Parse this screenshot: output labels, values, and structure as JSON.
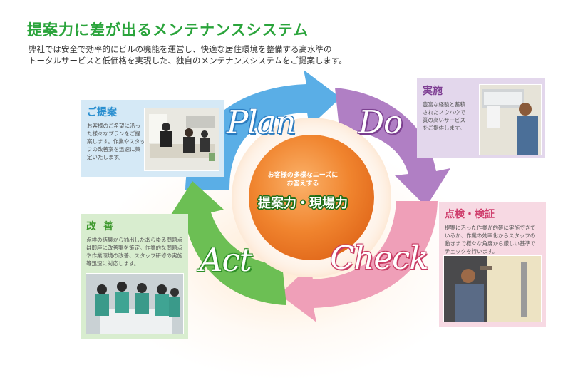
{
  "header": {
    "title": "提案力に差が出るメンテナンスシステム",
    "description_line1": "弊社では安全で効率的にビルの機能を運営し、快適な居住環境を整備する高水準の",
    "description_line2": "トータルサービスと低価格を実現した、独自のメンテナンスシステムをご提案します。"
  },
  "cycle": {
    "phases": {
      "plan": "Plan",
      "do": "Do",
      "check": "Check",
      "act": "Act"
    },
    "colors": {
      "plan": "#5aaee6",
      "do": "#b07fc4",
      "check": "#ef9fb8",
      "act": "#6cbf54",
      "hub": "#ef7d2a"
    },
    "hub": {
      "subtitle_line1": "お客様の多様なニーズに",
      "subtitle_line2": "お答えする",
      "main": "提案力・現場力"
    }
  },
  "cards": {
    "proposal": {
      "title": "ご提案",
      "body": "お客様のご希望に沿った様々なプランをご提案します。作業やスタッフの改善案を迅速に策定いたします。"
    },
    "implementation": {
      "title": "実施",
      "body": "豊富な経験と蓄積されたノウハウで質の高いサービスをご提供します。"
    },
    "inspection": {
      "title": "点検・検証",
      "body": "提案に沿った作業が的確に実施できているか、作業の効率化からスタッフの動きまで様々な角度から厳しい基準でチェックを行います。"
    },
    "improvement": {
      "title": "改善",
      "body": "点検の結果から抽出したあらゆる問題点は即座に改善案を策定。作業的な問題点や作業環境の改善、スタッフ研修の実施等迅速に対応します。"
    }
  }
}
